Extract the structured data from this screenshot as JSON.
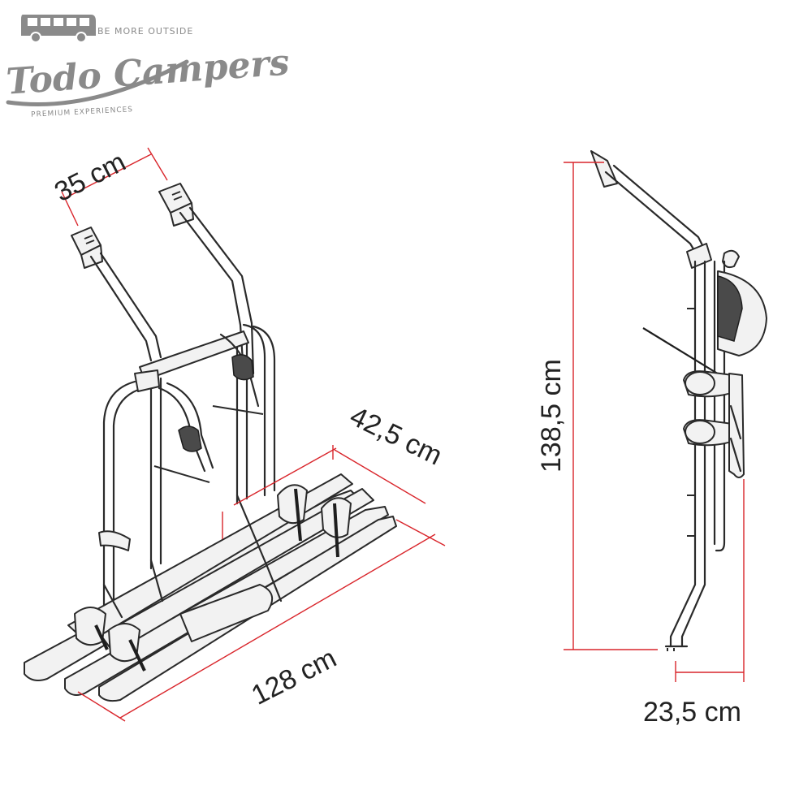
{
  "brand": {
    "name": "Todo Campers",
    "tagline": "BE MORE OUTSIDE",
    "subtitle": "PREMIUM EXPERIENCES",
    "color": "#8a8a8a"
  },
  "dimensions": {
    "accent_color": "#d9252b",
    "line_color": "#d9252b",
    "width_top": "35 cm",
    "rail_depth": "42,5 cm",
    "rail_length": "128 cm",
    "height": "138,5 cm",
    "base_depth": "23,5 cm"
  },
  "views": {
    "left": "perspective-view",
    "right": "side-view"
  }
}
